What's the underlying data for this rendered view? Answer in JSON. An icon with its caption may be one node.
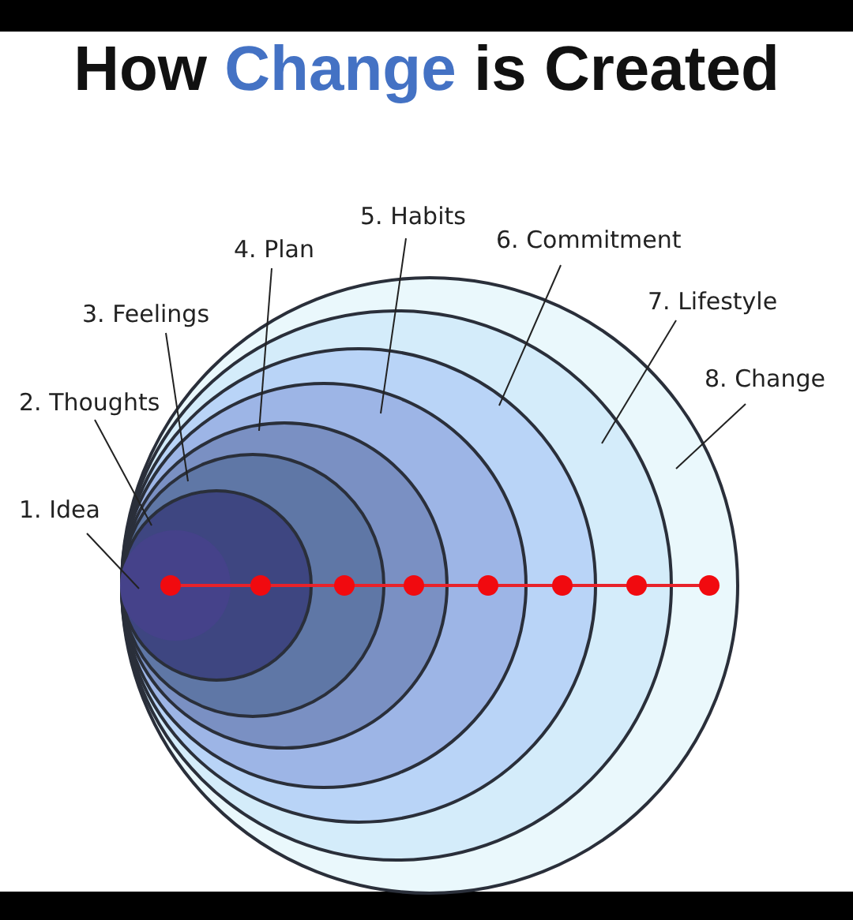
{
  "diagram": {
    "title": "How Change is Created",
    "nodes": [
      {
        "text": [
          "1. Idea"
        ]
      },
      {
        "text": [
          "2. Thoughts"
        ]
      },
      {
        "text": [
          "3. Feelings"
        ]
      },
      {
        "text": [
          "4. Plan"
        ]
      },
      {
        "text": [
          "5. Habits"
        ]
      },
      {
        "text": [
          "6. Commitment"
        ]
      },
      {
        "text": [
          "7. Lifestyle"
        ]
      },
      {
        "text": [
          "8. Change"
        ]
      },
      {
        "text": [],
        "shape": "circle",
        "in": 9
      },
      {
        "text": [],
        "shape": "circle",
        "in": 10
      },
      {
        "text": [],
        "shape": "circle",
        "in": 11
      },
      {
        "text": [],
        "shape": "circle",
        "in": 12
      },
      {
        "text": [],
        "shape": "circle",
        "in": 13
      },
      {
        "text": [],
        "shape": "circle",
        "in": 14
      },
      {
        "text": [],
        "shape": "circle",
        "in": 15
      },
      {
        "text": [],
        "shape": "circle"
      }
    ],
    "edges": [
      {
        "from": 0,
        "to": 8,
        "arrow": "none"
      },
      {
        "from": 1,
        "to": 9,
        "arrow": "none"
      },
      {
        "from": 2,
        "to": 10,
        "arrow": "none"
      },
      {
        "from": 3,
        "to": 11,
        "arrow": "none"
      },
      {
        "from": 4,
        "to": 12,
        "arrow": "none"
      },
      {
        "from": 5,
        "to": 13,
        "arrow": "none"
      },
      {
        "from": 6,
        "to": 14,
        "arrow": "none"
      },
      {
        "from": 7,
        "to": 15,
        "arrow": "none"
      }
    ]
  }
}
